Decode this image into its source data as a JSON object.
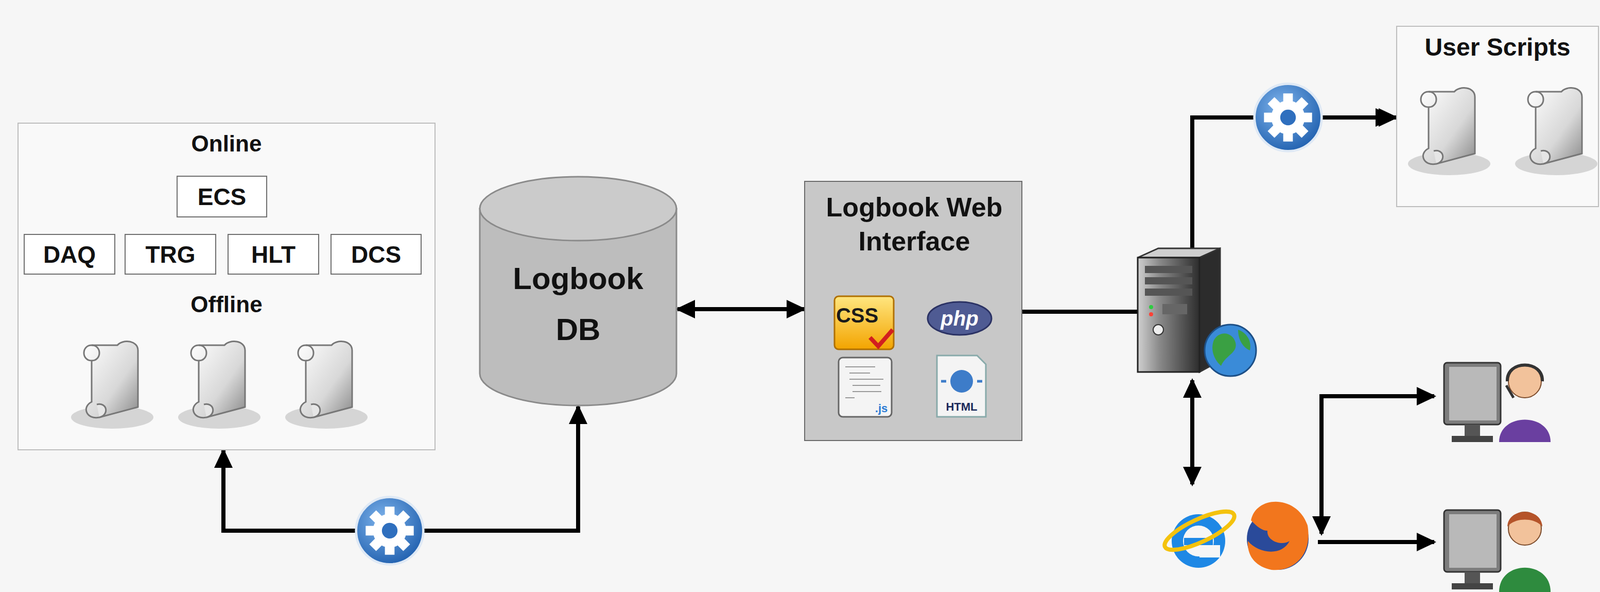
{
  "diagram": {
    "nodes": [
      {
        "text": [
          "Online",
          "Offline"
        ]
      },
      {
        "text": [
          "ECS"
        ],
        "in": 0
      },
      {
        "text": [
          "DAQ"
        ],
        "in": 0
      },
      {
        "text": [
          "TRG"
        ],
        "in": 0
      },
      {
        "text": [
          "HLT"
        ],
        "in": 0
      },
      {
        "text": [
          "DCS"
        ],
        "in": 0
      },
      {
        "text": [
          "Logbook DB"
        ]
      },
      {
        "text": [
          "Logbook Web Interface"
        ]
      },
      {
        "text": [
          "User Scripts"
        ]
      }
    ],
    "edges": [
      {
        "from": 0,
        "to": 6,
        "arrow": "both"
      },
      {
        "from": 6,
        "to": 7,
        "arrow": "both"
      },
      {
        "from": 7,
        "to": 8,
        "arrow": "to"
      }
    ],
    "labels": [
      "CSS",
      "php",
      ".js",
      "HTML"
    ]
  }
}
